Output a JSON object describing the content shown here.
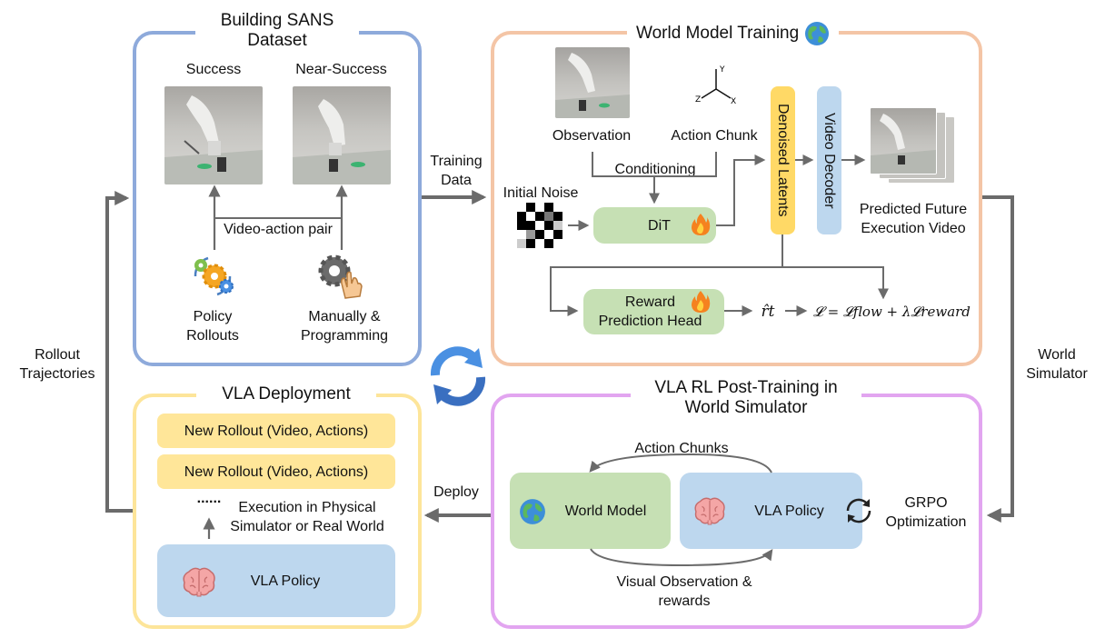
{
  "panels": {
    "sans": {
      "title": "Building SANS Dataset",
      "success": "Success",
      "near_success": "Near-Success",
      "video_action_pair": "Video-action pair",
      "policy_rollouts": "Policy Rollouts",
      "manual": "Manually & Programming"
    },
    "world_model": {
      "title": "World Model Training",
      "observation": "Observation",
      "action_chunk": "Action Chunk",
      "conditioning": "Conditioning",
      "initial_noise": "Initial Noise",
      "dit": "DiT",
      "denoised_latents": "Denoised Latents",
      "video_decoder": "Video Decoder",
      "predicted_future": "Predicted Future Execution Video",
      "reward_head": "Reward Prediction Head",
      "rhat": "r̂t",
      "loss": "𝓛 = 𝓛flow + λ𝓛reward"
    },
    "deploy": {
      "title": "VLA Deployment",
      "rollout_1": "New Rollout (Video, Actions)",
      "rollout_2": "New Rollout (Video, Actions)",
      "dots": "......",
      "execution": "Execution in Physical Simulator or Real World",
      "vla_policy": "VLA Policy"
    },
    "rl": {
      "title": "VLA RL Post-Training in World Simulator",
      "action_chunks": "Action Chunks",
      "world_model": "World Model",
      "vla_policy": "VLA Policy",
      "grpo": "GRPO Optimization",
      "visual_obs": "Visual Observation & rewards"
    }
  },
  "edges": {
    "training_data": "Training Data",
    "rollout_trajectories": "Rollout Trajectories",
    "world_simulator": "World Simulator",
    "deploy": "Deploy"
  },
  "colors": {
    "sans_border": "#8eaadb",
    "wm_border": "#f4c5a6",
    "deploy_border": "#fde59a",
    "rl_border": "#e2a5f0",
    "green_box": "#c6e0b4",
    "blue_box": "#bdd7ee",
    "yellow_box": "#ffd966",
    "rollout_box": "#ffe699",
    "arrow": "#6b6b6b"
  },
  "icons": [
    "gears-icon",
    "hand-gear-icon",
    "globe-icon",
    "fire-icon",
    "brain-icon",
    "cycle-icon",
    "axes-icon"
  ]
}
